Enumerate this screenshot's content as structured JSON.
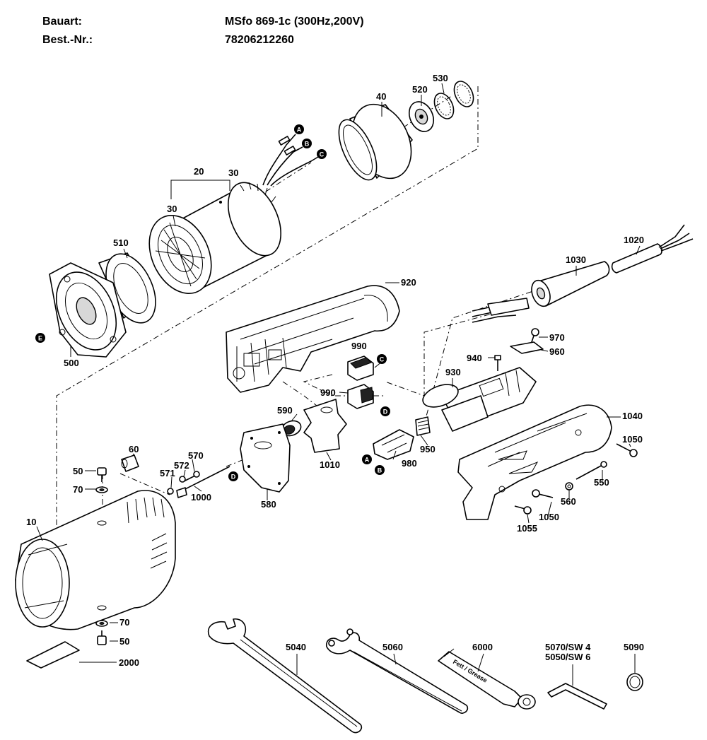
{
  "header": {
    "type_label": "Bauart:",
    "type_value": "MSfo 869-1c (300Hz,200V)",
    "order_label": "Best.-Nr.:",
    "order_value": "78206212260"
  },
  "parts": {
    "p40": "40",
    "p520": "520",
    "p530": "530",
    "p20": "20",
    "p30a": "30",
    "p30b": "30",
    "p510": "510",
    "p500": "500",
    "p920": "920",
    "p1030": "1030",
    "p1020": "1020",
    "p970": "970",
    "p960": "960",
    "p940": "940",
    "p990a": "990",
    "p990b": "990",
    "p930": "930",
    "p590": "590",
    "p1010": "1010",
    "p950": "950",
    "p980": "980",
    "p1040": "1040",
    "p1050a": "1050",
    "p1050b": "1050",
    "p550": "550",
    "p560": "560",
    "p1055": "1055",
    "p60": "60",
    "p570": "570",
    "p572": "572",
    "p571": "571",
    "p50a": "50",
    "p70a": "70",
    "p1000": "1000",
    "p580": "580",
    "p10": "10",
    "p70b": "70",
    "p50b": "50",
    "p2000": "2000",
    "p5040": "5040",
    "p5060": "5060",
    "p6000": "6000",
    "p5070": "5070/SW 4",
    "p5050": "5050/SW 6",
    "p5090": "5090"
  },
  "markers": {
    "A": "A",
    "B": "B",
    "C": "C",
    "D": "D",
    "E": "E"
  },
  "tube_text": "Fett / Grease"
}
